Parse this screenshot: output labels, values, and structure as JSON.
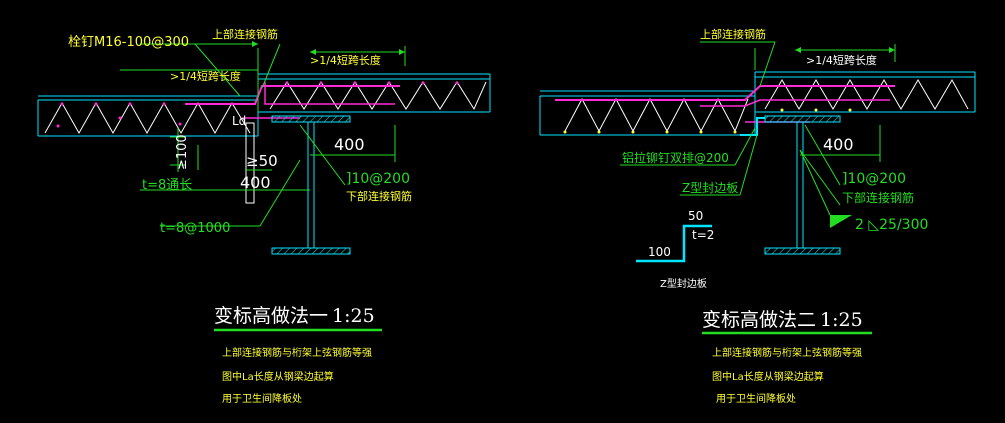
{
  "colors": {
    "background": "#000000",
    "cyan": "#00e5ff",
    "magenta": "#ff2bd6",
    "white": "#ffffff",
    "green": "#22dd22",
    "yellow": "#ffff33",
    "hatch": "#00d2e6"
  },
  "left": {
    "label_bolt": "栓钉M16-100@300",
    "label_top_rebar": "上部连接钢筋",
    "label_quarter_span_top": ">1/4短跨长度",
    "label_quarter_span_mid": ">1/4短跨长度",
    "label_ld": "Ld",
    "label_ge100": "≥100",
    "label_ge50": "≥50",
    "label_400_top": "400",
    "label_400_bottom": "400",
    "label_t8_long": "t=8通长",
    "label_t8_1000": "t=8@1000",
    "label_bar": "]10@200",
    "label_bottom_rebar": "下部连接钢筋",
    "title": "变标高做法一",
    "scale": "1:25",
    "notes": [
      "上部连接钢筋与桁架上弦钢筋等强",
      "图中La长度从钢梁边起算",
      "用于卫生间降板处"
    ]
  },
  "right": {
    "label_top_rebar": "上部连接钢筋",
    "label_quarter_span": ">1/4短跨长度",
    "label_400": "400",
    "label_rivet": "铝拉铆钉双排@200",
    "label_bar": "]10@200",
    "label_z_edge": "Z型封边板",
    "label_bottom_rebar": "下部连接钢筋",
    "label_weld": "2 ◺25/300",
    "z_dim_50": "50",
    "z_dim_t": "t=2",
    "z_dim_100": "100",
    "z_caption": "Z型封边板",
    "title": "变标高做法二",
    "scale": "1:25",
    "notes": [
      "上部连接钢筋与桁架上弦钢筋等强",
      "图中La长度从钢梁边起算",
      "用于卫生间降板处"
    ]
  }
}
